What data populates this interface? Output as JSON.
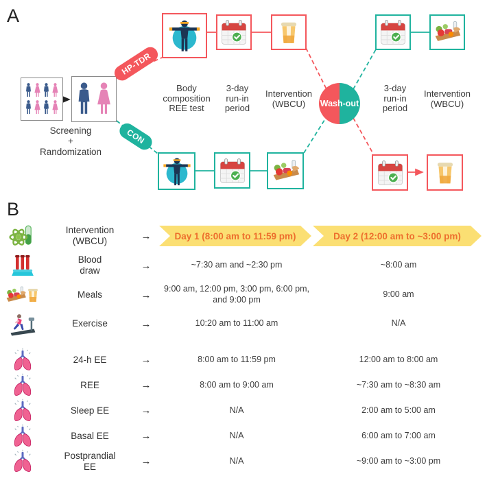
{
  "panelA": {
    "letter": "A",
    "screening_label": "Screening\n+\nRandomization",
    "arm_top_label": "HP-TDR",
    "arm_bottom_label": "CON",
    "body_comp_label": "Body\ncomposition\nREE test",
    "runin_top_label": "3-day\nrun-in\nperiod",
    "intervention_top_label": "Intervention\n(WBCU)",
    "washout_label": "Wash-out",
    "runin_right_label": "3-day\nrun-in\nperiod",
    "intervention_right_label": "Intervention\n(WBCU)",
    "icons": [
      "people-group-icon",
      "man-woman-icon",
      "body-scan-icon",
      "calendar-check-icon",
      "cup-icon",
      "food-platter-icon"
    ],
    "colors": {
      "red": "#F4575C",
      "teal": "#1FB39E",
      "male_blue": "#3B5B8C",
      "female_pink": "#E583B6"
    }
  },
  "panelB": {
    "letter": "B",
    "arrow": "→",
    "banners": {
      "day1": "Day 1 (8:00 am to 11:59 pm)",
      "day2": "Day 2 (12:00 am to ~3:00 pm)"
    },
    "banner_colors": {
      "background": "#FBDF73",
      "text": "#ED6E2D"
    },
    "rows": [
      {
        "label": "Intervention\n(WBCU)",
        "icon": "atom-testtube-icon",
        "day1": "",
        "day2": ""
      },
      {
        "label": "Blood\ndraw",
        "icon": "blood-tubes-icon",
        "day1": "~7:30 am and ~2:30 pm",
        "day2": "~8:00 am"
      },
      {
        "label": "Meals",
        "icon": "meals-icon",
        "day1": "9:00 am, 12:00 pm, 3:00 pm, 6:00 pm,\nand 9:00 pm",
        "day2": "9:00 am"
      },
      {
        "label": "Exercise",
        "icon": "treadmill-icon",
        "day1": "10:20 am to 11:00 am",
        "day2": "N/A"
      },
      {
        "label": "24-h EE",
        "icon": "lungs-icon",
        "day1": "8:00 am to 11:59 pm",
        "day2": "12:00 am to 8:00 am"
      },
      {
        "label": "REE",
        "icon": "lungs-icon",
        "day1": "8:00 am to 9:00 am",
        "day2": "~7:30 am to ~8:30 am"
      },
      {
        "label": "Sleep EE",
        "icon": "lungs-icon",
        "day1": "N/A",
        "day2": "2:00 am to 5:00 am"
      },
      {
        "label": "Basal EE",
        "icon": "lungs-icon",
        "day1": "N/A",
        "day2": "6:00 am to 7:00 am"
      },
      {
        "label": "Postprandial\nEE",
        "icon": "lungs-icon",
        "day1": "N/A",
        "day2": "~9:00 am to ~3:00 pm"
      }
    ]
  }
}
